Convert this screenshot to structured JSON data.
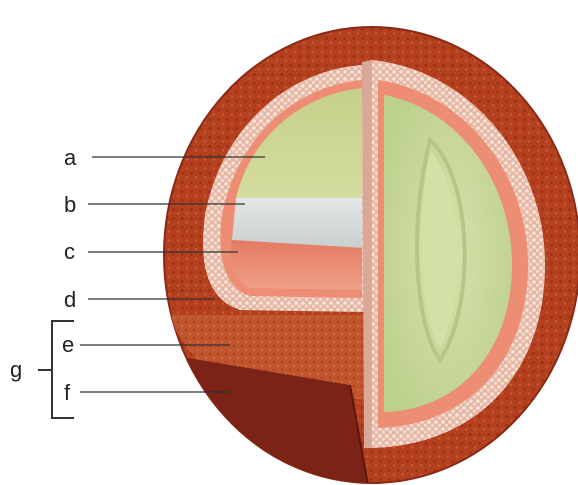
{
  "labels": {
    "a": "a",
    "b": "b",
    "c": "c",
    "d": "d",
    "e": "e",
    "f": "f",
    "g": "g"
  },
  "colors": {
    "outer_skin": "#b5401f",
    "inner_flesh": "#c0552e",
    "cut_face_dark": "#7a2316",
    "bead_layer": "#efd9cf",
    "salmon_layer": "#ec8d74",
    "green_tissue": "#c7d899",
    "grey_band": "#d6dcdc"
  }
}
